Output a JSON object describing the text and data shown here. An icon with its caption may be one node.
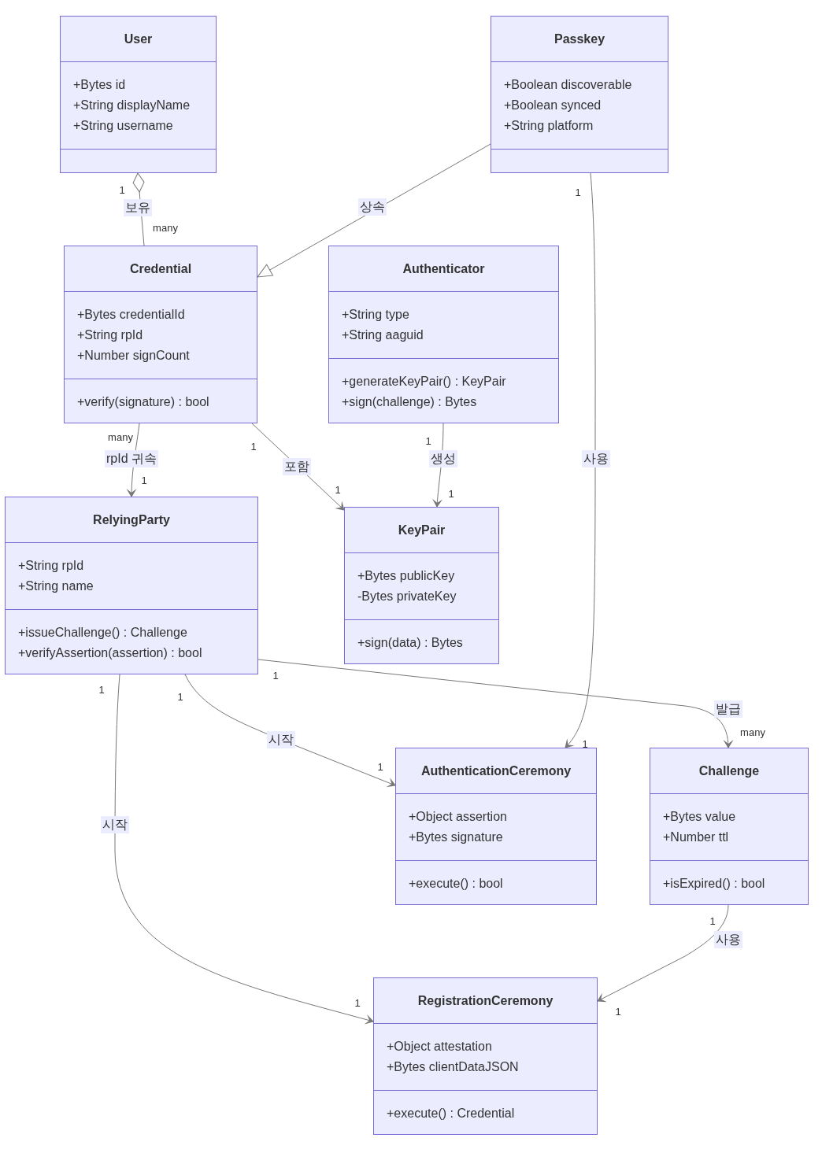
{
  "diagram": {
    "nodes": [
      {
        "text": [
          "User"
        ]
      },
      {
        "text": [
          "+Bytes id",
          "+String displayName",
          "+String username"
        ],
        "in": 0
      },
      {
        "text": [],
        "shape": "box",
        "in": 0
      },
      {
        "text": [
          "Passkey"
        ]
      },
      {
        "text": [
          "+Boolean discoverable",
          "+Boolean synced",
          "+String platform"
        ],
        "in": 3
      },
      {
        "text": [],
        "shape": "box",
        "in": 3
      },
      {
        "text": [
          "Credential"
        ]
      },
      {
        "text": [
          "+Bytes credentialId",
          "+String rpId",
          "+Number signCount"
        ],
        "in": 6
      },
      {
        "text": [
          "+verify(signature) : bool"
        ],
        "in": 6
      },
      {
        "text": [
          "Authenticator"
        ]
      },
      {
        "text": [
          "+String type",
          "+String aaguid"
        ],
        "in": 9
      },
      {
        "text": [
          "+generateKeyPair() : KeyPair",
          "+sign(challenge) : Bytes"
        ],
        "in": 9
      },
      {
        "text": [
          "RelyingParty"
        ]
      },
      {
        "text": [
          "+String rpId",
          "+String name"
        ],
        "in": 12
      },
      {
        "text": [
          "+issueChallenge() : Challenge",
          "+verifyAssertion(assertion) : bool"
        ],
        "in": 12
      },
      {
        "text": [
          "KeyPair"
        ]
      },
      {
        "text": [
          "+Bytes publicKey",
          "-Bytes privateKey"
        ],
        "in": 15
      },
      {
        "text": [
          "+sign(data) : Bytes"
        ],
        "in": 15
      },
      {
        "text": [
          "AuthenticationCeremony"
        ]
      },
      {
        "text": [
          "+Object assertion",
          "+Bytes signature"
        ],
        "in": 18
      },
      {
        "text": [
          "+execute() : bool"
        ],
        "in": 18
      },
      {
        "text": [
          "Challenge"
        ]
      },
      {
        "text": [
          "+Bytes value",
          "+Number ttl"
        ],
        "in": 21
      },
      {
        "text": [
          "+isExpired() : bool"
        ],
        "in": 21
      },
      {
        "text": [
          "RegistrationCeremony"
        ]
      },
      {
        "text": [
          "+Object attestation",
          "+Bytes clientDataJSON"
        ],
        "in": 24
      },
      {
        "text": [
          "+execute() : Credential"
        ],
        "in": 24
      }
    ],
    "edges": [
      {
        "from": 0,
        "to": 6,
        "arrow": "other",
        "label": "보유"
      },
      {
        "from": 3,
        "to": 6,
        "arrow": "to",
        "label": "상속"
      },
      {
        "from": 6,
        "to": 12,
        "arrow": "to",
        "label": "rpId 귀속"
      },
      {
        "from": 6,
        "to": 15,
        "arrow": "to",
        "label": "포함"
      },
      {
        "from": 9,
        "to": 15,
        "arrow": "to",
        "label": "생성"
      },
      {
        "from": 3,
        "to": 18,
        "arrow": "to",
        "label": "사용"
      },
      {
        "from": 12,
        "to": 21,
        "arrow": "to",
        "label": "발급"
      },
      {
        "from": 12,
        "to": 18,
        "arrow": "to",
        "label": "시작"
      },
      {
        "from": 12,
        "to": 24,
        "arrow": "to",
        "label": "시작"
      },
      {
        "from": 21,
        "to": 24,
        "arrow": "to",
        "label": "사용"
      }
    ],
    "labels": [
      "1",
      "1",
      "many",
      "many",
      "1",
      "1",
      "1",
      "1",
      "1",
      "1",
      "1",
      "1",
      "many",
      "1",
      "1",
      "1",
      "1",
      "1"
    ]
  }
}
